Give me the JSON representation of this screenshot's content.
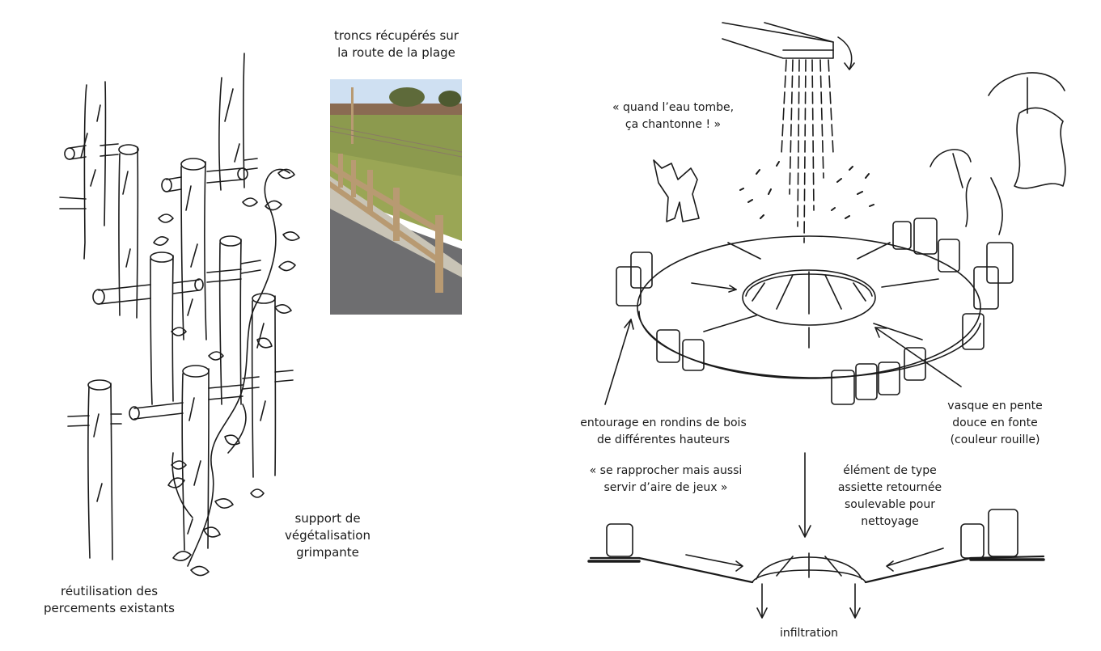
{
  "left_sketch": {
    "photo_caption_line1": "troncs récupérés sur",
    "photo_caption_line2": "la route de la plage",
    "label_reuse_line1": "réutilisation des",
    "label_reuse_line2": "percements existants",
    "label_support_line1": "support de",
    "label_support_line2": "végétalisation",
    "label_support_line3": "grimpante"
  },
  "right_sketch": {
    "quote_water_line1": "« quand l’eau tombe,",
    "quote_water_line2": "ça chantonne ! »",
    "label_edging_line1": "entourage en rondins de bois",
    "label_edging_line2": "de différentes hauteurs",
    "label_basin_line1": "vasque en pente",
    "label_basin_line2": "douce en fonte",
    "label_basin_line3": "(couleur rouille)",
    "quote_play_line1": "« se rapprocher mais aussi",
    "quote_play_line2": "servir d’aire de jeux »",
    "label_element_line1": "élément de type",
    "label_element_line2": "assiette retournée",
    "label_element_line3": "soulevable pour",
    "label_element_line4": "nettoyage",
    "label_infiltration": "infiltration"
  },
  "colors": {
    "ink": "#1a1a1a",
    "sky": "#cfe0f2",
    "grass": "#8c9a4e",
    "road": "#6e6e70",
    "wood": "#b89a72"
  }
}
